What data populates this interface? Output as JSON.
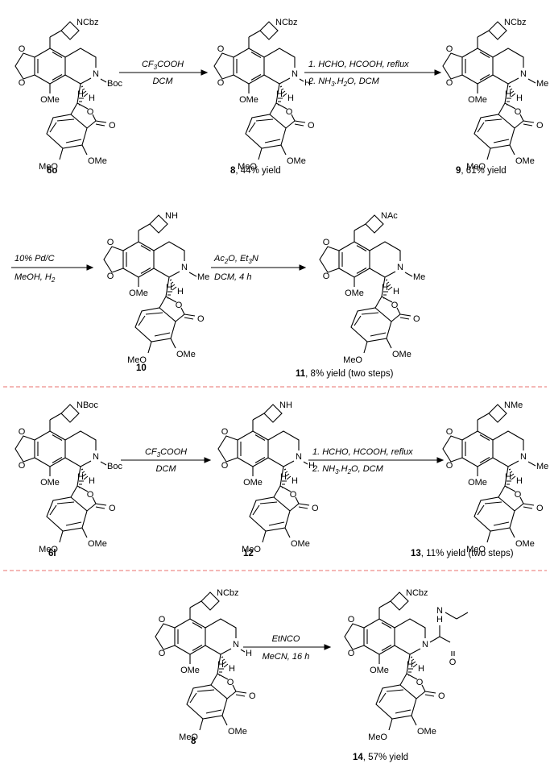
{
  "scheme": {
    "atoms": {
      "ncbz": "NCbz",
      "nboc": "NBoc",
      "nac": "NAc",
      "nh_ring": "NH",
      "nme_ring": "NMe",
      "n": "N",
      "h": "H",
      "boc": "Boc",
      "me": "Me",
      "ome": "OMe",
      "meo": "MeO",
      "o": "O"
    },
    "arrows": [
      {
        "above": "CF3COOH",
        "below": "DCM"
      },
      {
        "above": "1. HCHO, HCOOH, reflux",
        "below": "2. NH3.H2O, DCM"
      },
      {
        "above": "10% Pd/C",
        "below": "MeOH, H2"
      },
      {
        "above": "Ac2O, Et3N",
        "below": "DCM, 4 h"
      },
      {
        "above": "CF3COOH",
        "below": "DCM"
      },
      {
        "above": "1. HCHO, HCOOH, reflux",
        "below": "2. NH3.H2O, DCM"
      },
      {
        "above": "EtNCO",
        "below": "MeCN, 16 h"
      }
    ],
    "compounds": [
      {
        "id": "6o",
        "yield": ""
      },
      {
        "id": "8",
        "yield": ", 44% yield"
      },
      {
        "id": "9",
        "yield": ", 61% yield"
      },
      {
        "id": "10",
        "yield": ""
      },
      {
        "id": "11",
        "yield": ", 8% yield (two steps)"
      },
      {
        "id": "6l",
        "yield": ""
      },
      {
        "id": "12",
        "yield": ""
      },
      {
        "id": "13",
        "yield": ", 11% yield (two steps)"
      },
      {
        "id": "8",
        "yield": ""
      },
      {
        "id": "14",
        "yield": ", 57% yield"
      }
    ]
  },
  "colors": {
    "ink": "#000000",
    "separator": "#e8716c"
  }
}
